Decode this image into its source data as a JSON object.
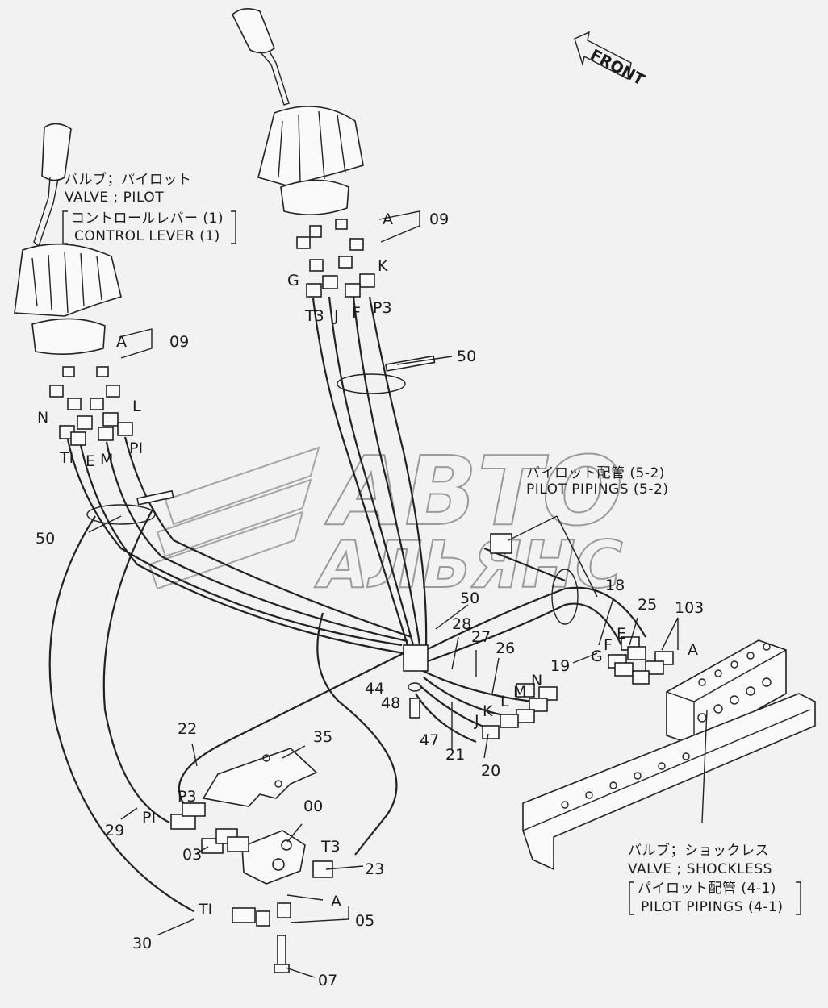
{
  "labels": {
    "front": "FRONT",
    "valve_pilot_jp": "バルブ；パイロット",
    "valve_pilot_en": "VALVE ; PILOT",
    "control_lever_jp": "コントロールレバー (1)",
    "control_lever_en": "CONTROL LEVER (1)",
    "pilot_pipings_52_jp": "パイロット配管 (5-2)",
    "pilot_pipings_52_en": "PILOT PIPINGS (5-2)",
    "valve_shockless_jp": "バルブ；ショックレス",
    "valve_shockless_en": "VALVE ; SHOCKLESS",
    "pilot_pipings_41_jp": "パイロット配管 (4-1)",
    "pilot_pipings_41_en": "PILOT PIPINGS (4-1)",
    "watermark_top": "АВТО",
    "watermark_bottom": "АЛЬЯНС"
  },
  "callouts": {
    "a1": "A",
    "p09a": "09",
    "g": "G",
    "k1": "K",
    "t3a": "T3",
    "j1": "J",
    "f1": "F",
    "p3a": "P3",
    "p50a": "50",
    "a2": "A",
    "p09b": "09",
    "n1": "N",
    "l1": "L",
    "ti1": "TI",
    "e1": "E",
    "m1": "M",
    "pi1": "PI",
    "p50b": "50",
    "p50c": "50",
    "p18": "18",
    "p25": "25",
    "p103": "103",
    "a3": "A",
    "e2": "E",
    "f2": "F",
    "g2": "G",
    "p19": "19",
    "p28": "28",
    "p27": "27",
    "p26": "26",
    "n2": "N",
    "m2": "M",
    "l2": "L",
    "k2": "K",
    "j2": "J",
    "p44": "44",
    "p48": "48",
    "p47": "47",
    "p21": "21",
    "p20": "20",
    "p22": "22",
    "p35": "35",
    "p00": "00",
    "p3b": "P3",
    "pi2": "PI",
    "p29": "29",
    "p03": "03",
    "t3b": "T3",
    "p23": "23",
    "a4": "A",
    "p05": "05",
    "ti2": "TI",
    "p30": "30",
    "p07": "07"
  }
}
